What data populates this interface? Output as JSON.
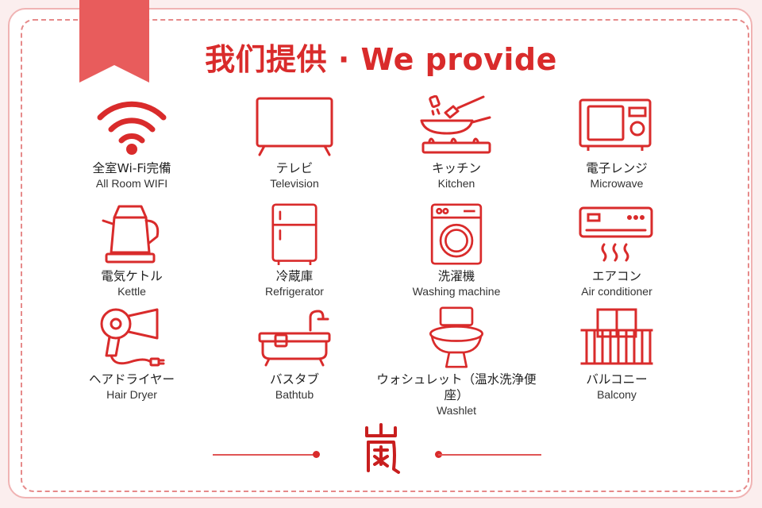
{
  "title": "我们提供 · We provide",
  "colors": {
    "accent": "#d92b2b",
    "ribbon": "#e85c5c",
    "border": "#f0b3b3"
  },
  "amenities": [
    {
      "jp": "全室Wi-Fi完備",
      "en": "All Room WIFI",
      "icon": "wifi-icon"
    },
    {
      "jp": "テレビ",
      "en": "Television",
      "icon": "television-icon"
    },
    {
      "jp": "キッチン",
      "en": "Kitchen",
      "icon": "kitchen-icon"
    },
    {
      "jp": "電子レンジ",
      "en": "Microwave",
      "icon": "microwave-icon"
    },
    {
      "jp": "電気ケトル",
      "en": "Kettle",
      "icon": "kettle-icon"
    },
    {
      "jp": "冷蔵庫",
      "en": "Refrigerator",
      "icon": "refrigerator-icon"
    },
    {
      "jp": "洗濯機",
      "en": "Washing machine",
      "icon": "washing-machine-icon"
    },
    {
      "jp": "エアコン",
      "en": "Air conditioner",
      "icon": "air-conditioner-icon"
    },
    {
      "jp": "ヘアドライヤー",
      "en": "Hair Dryer",
      "icon": "hair-dryer-icon"
    },
    {
      "jp": "バスタブ",
      "en": "Bathtub",
      "icon": "bathtub-icon"
    },
    {
      "jp": "ウォシュレット（温水洗浄便座）",
      "en": "Washlet",
      "icon": "washlet-icon"
    },
    {
      "jp": "バルコニー",
      "en": "Balcony",
      "icon": "balcony-icon"
    }
  ],
  "logo_text": "嵐"
}
